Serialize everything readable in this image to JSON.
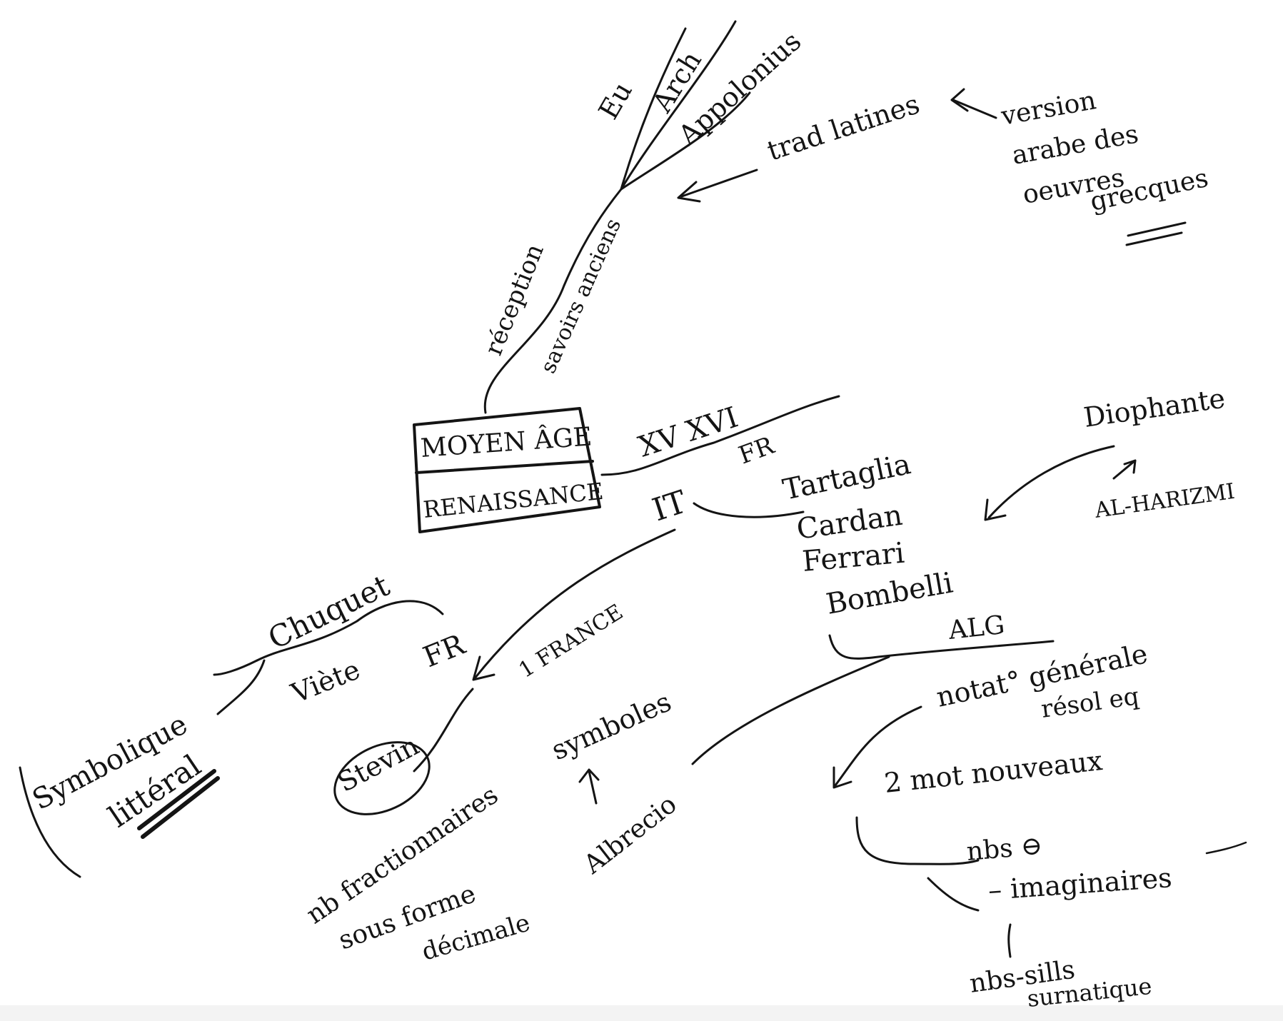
{
  "center": {
    "top": "MOYEN ÂGE",
    "bottom": "RENAISSANCE"
  },
  "upper_branch": {
    "label_a": "réception",
    "label_b": "savoirs anciens",
    "leaves": [
      "Eu",
      "Arch",
      "Appolonius"
    ],
    "trad": "trad latines",
    "version": [
      "version",
      "arabe des",
      "oeuvres",
      "grecques"
    ]
  },
  "century_label": "XV XVI",
  "fr_top": "FR",
  "it_label": "IT",
  "italians": [
    "Tartaglia",
    "Cardan",
    "Ferrari",
    "Bombelli"
  ],
  "diophante": "Diophante",
  "alkhwarizmi": "AL-HARIZMI",
  "alg": "ALG",
  "notation": [
    "notat° générale",
    "résol eq"
  ],
  "nouveaux": "2 mot nouveaux",
  "nbs": "nbs ⊖",
  "imaginaires": "– imaginaires",
  "nbs_bottom": [
    "nbs-sills",
    "surnatique"
  ],
  "france_label": "1 FRANCE",
  "fr_left": "FR",
  "chuquet": "Chuquet",
  "viete": "Viète",
  "symbolique": "Symbolique",
  "litteral": "littéral",
  "stevin": "Stevin",
  "stevin_notes": [
    "nb fractionnaires",
    "sous forme",
    "décimale"
  ],
  "symboles": "symboles",
  "albrecio": "Albrecio"
}
